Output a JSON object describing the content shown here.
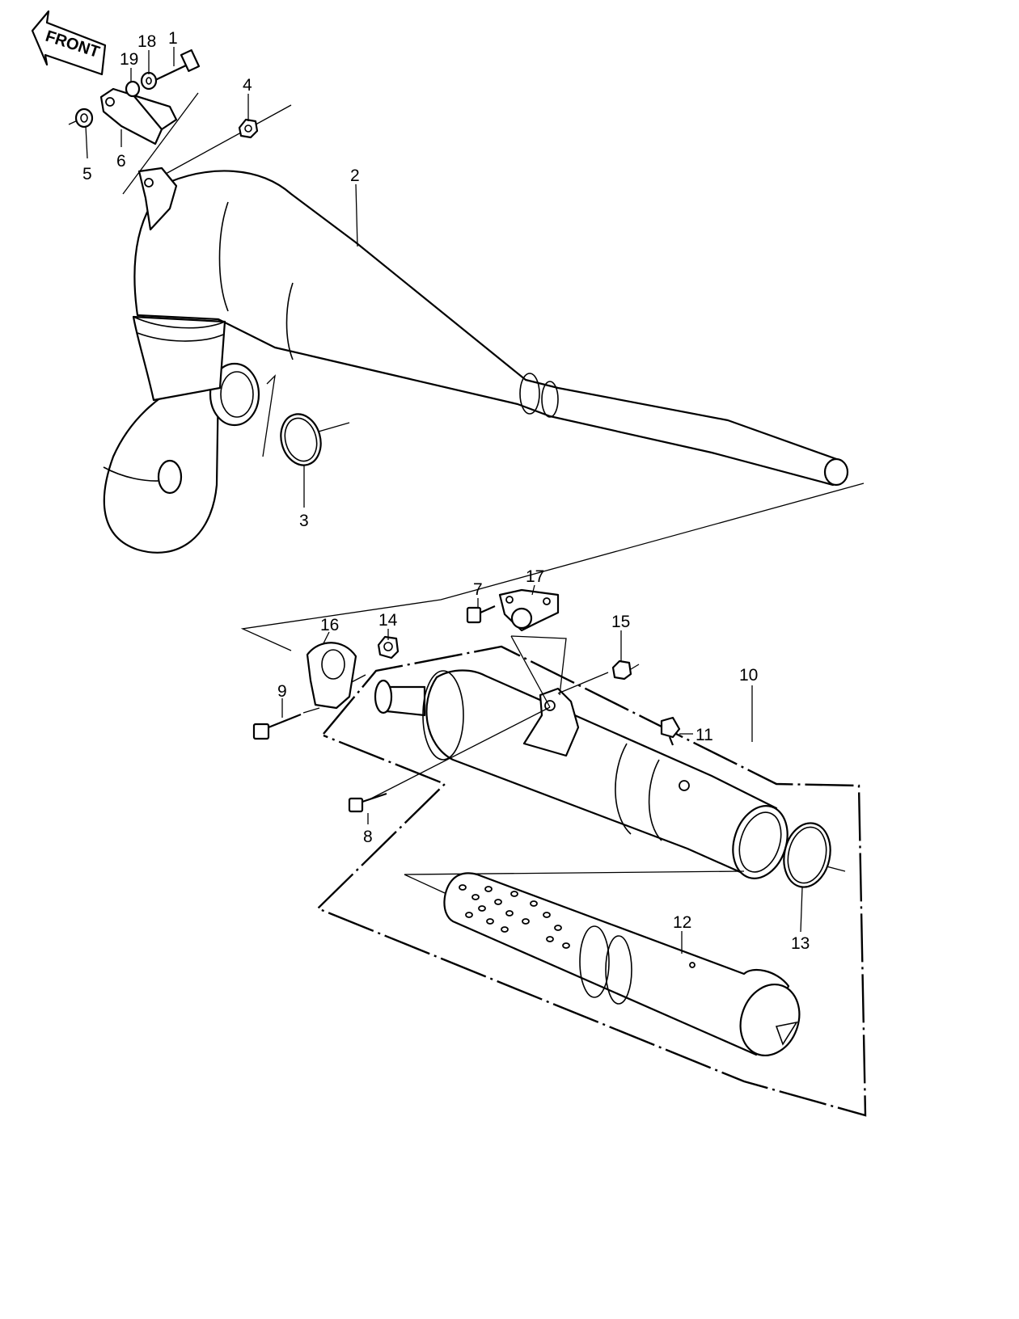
{
  "front_arrow_label": "FRONT",
  "callouts": {
    "c1": "1",
    "c2": "2",
    "c3": "3",
    "c4": "4",
    "c5": "5",
    "c6": "6",
    "c7": "7",
    "c8": "8",
    "c9": "9",
    "c10": "10",
    "c11": "11",
    "c12": "12",
    "c13": "13",
    "c14": "14",
    "c15": "15",
    "c16": "16",
    "c17": "17",
    "c18": "18",
    "c19": "19"
  }
}
